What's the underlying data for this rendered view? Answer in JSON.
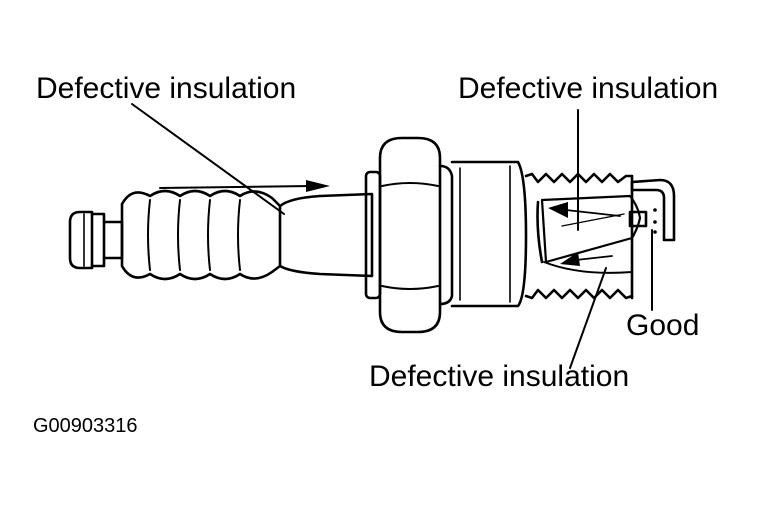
{
  "labels": {
    "top_left": "Defective insulation",
    "top_right": "Defective insulation",
    "bottom": "Defective insulation",
    "good": "Good"
  },
  "figure_code": "G00903316",
  "colors": {
    "ink": "#000000",
    "paper": "#ffffff"
  }
}
